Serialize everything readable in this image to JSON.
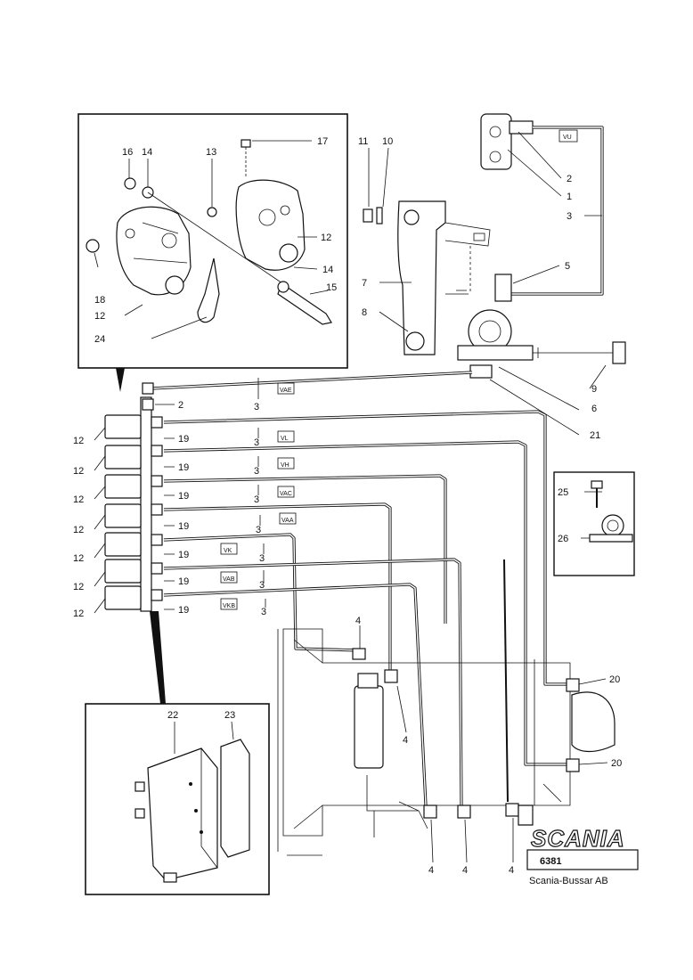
{
  "brand": {
    "logo_text": "SCANIA",
    "doc_number": "6381",
    "company": "Scania-Bussar AB"
  },
  "callouts": {
    "n1": "1",
    "n2": "2",
    "n2b": "2",
    "n3": "3",
    "n3a": "3",
    "n3b": "3",
    "n3c": "3",
    "n3d": "3",
    "n3e": "3",
    "n3f": "3",
    "n3g": "3",
    "n3h": "3",
    "n4a": "4",
    "n4b": "4",
    "n4c": "4",
    "n4d": "4",
    "n4e": "4",
    "n5": "5",
    "n6": "6",
    "n7": "7",
    "n8": "8",
    "n9": "9",
    "n10": "10",
    "n11": "11",
    "n12a": "12",
    "n12b": "12",
    "n12c": "12",
    "n12d": "12",
    "n12e": "12",
    "n12f": "12",
    "n12g": "12",
    "n12h": "12",
    "n12i": "12",
    "n13": "13",
    "n14a": "14",
    "n14b": "14",
    "n15": "15",
    "n16": "16",
    "n17": "17",
    "n18": "18",
    "n19a": "19",
    "n19b": "19",
    "n19c": "19",
    "n19d": "19",
    "n19e": "19",
    "n19f": "19",
    "n19g": "19",
    "n20a": "20",
    "n20b": "20",
    "n21": "21",
    "n22": "22",
    "n23": "23",
    "n24": "24",
    "n25": "25",
    "n26": "26"
  },
  "pipe_tags": {
    "t_top": "VU",
    "t1": "VAE",
    "t2": "VL",
    "t3": "VH",
    "t4": "VAC",
    "t5": "VAA",
    "t6": "VK",
    "t7": "VAB",
    "t8": "VKB"
  }
}
